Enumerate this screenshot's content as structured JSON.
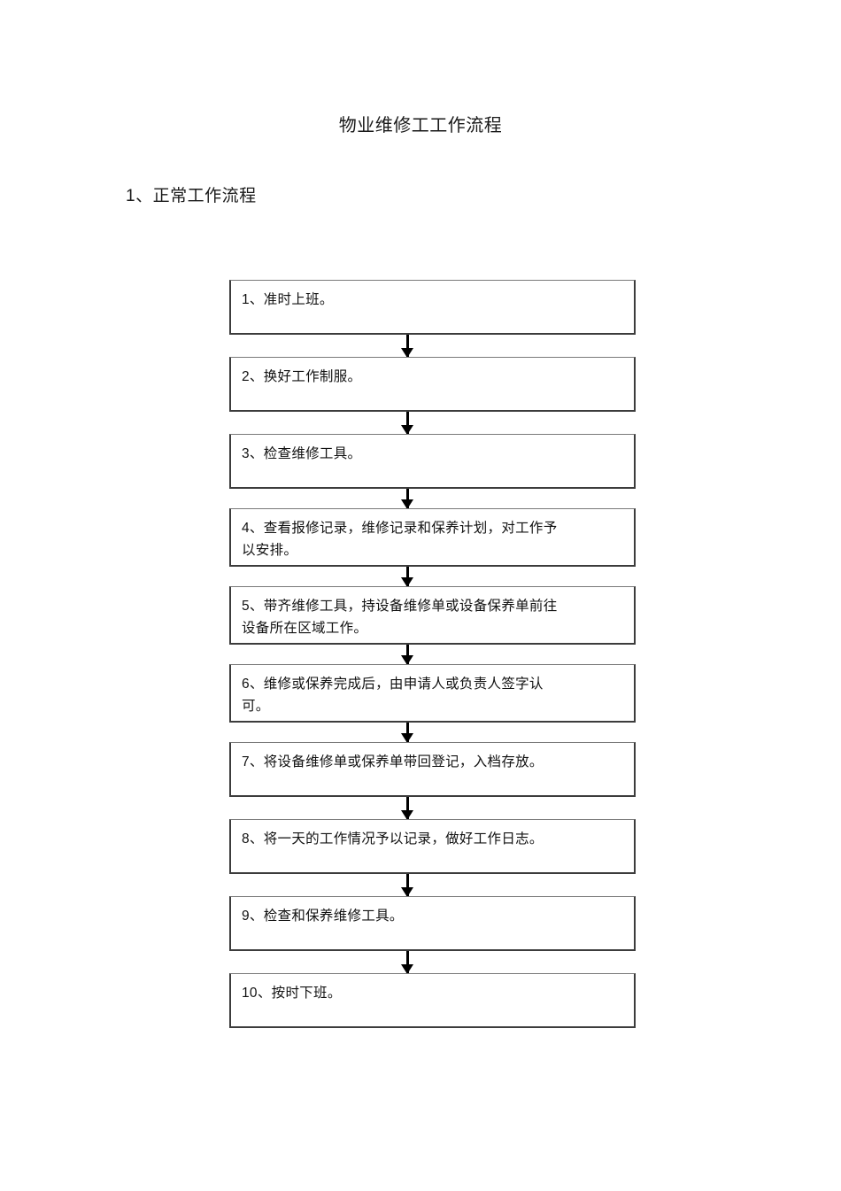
{
  "document": {
    "title": "物业维修工工作流程",
    "section_heading": "1、正常工作流程"
  },
  "flowchart": {
    "type": "flowchart",
    "orientation": "vertical",
    "arrow_icon": "down-arrow-icon",
    "nodes": [
      {
        "id": 1,
        "text": "1、准时上班。",
        "lines": 1
      },
      {
        "id": 2,
        "text": "2、换好工作制服。",
        "lines": 1
      },
      {
        "id": 3,
        "text": "3、检查维修工具。",
        "lines": 1
      },
      {
        "id": 4,
        "text": "4、查看报修记录，维修记录和保养计划，对工作予\n以安排。",
        "lines": 2
      },
      {
        "id": 5,
        "text": "5、带齐维修工具，持设备维修单或设备保养单前往\n设备所在区域工作。",
        "lines": 2
      },
      {
        "id": 6,
        "text": "6、维修或保养完成后，由申请人或负责人签字认\n可。",
        "lines": 2
      },
      {
        "id": 7,
        "text": "7、将设备维修单或保养单带回登记，入档存放。",
        "lines": 1
      },
      {
        "id": 8,
        "text": "8、将一天的工作情况予以记录，做好工作日志。",
        "lines": 1
      },
      {
        "id": 9,
        "text": "9、检查和保养维修工具。",
        "lines": 1
      },
      {
        "id": 10,
        "text": "10、按时下班。",
        "lines": 1
      }
    ]
  },
  "colors": {
    "page_background": "#ffffff",
    "text": "#111111",
    "box_border": "#3c3c3c",
    "box_border_light": "#7a7a7a",
    "arrow": "#000000"
  }
}
